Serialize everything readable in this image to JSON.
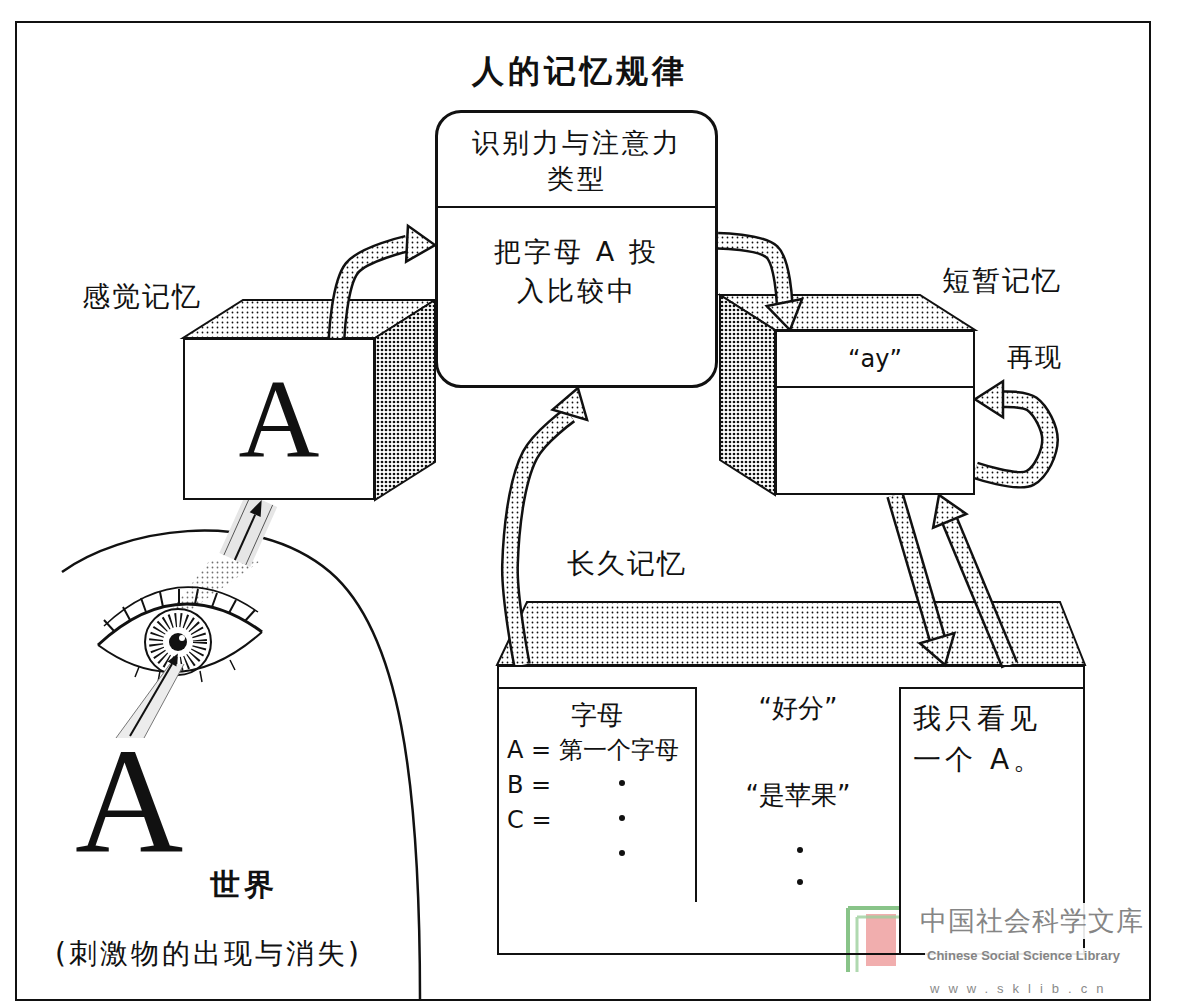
{
  "diagram": {
    "title": "人的记忆规律",
    "nodes": [
      {
        "text": [
          "感觉记忆",
          "A"
        ]
      },
      {
        "text": [
          "识别力与注意力 类型",
          "把字母 A 投 入比较中"
        ]
      },
      {
        "text": [
          "短暂记忆",
          "“ay”"
        ]
      },
      {
        "text": [
          "长久记忆"
        ]
      },
      {
        "text": [
          "字母",
          "A = 第一个字母",
          "B =",
          "C ="
        ],
        "in": 3
      },
      {
        "text": [
          "“好分”",
          "“是苹果”"
        ],
        "in": 3
      },
      {
        "text": [
          "我只看见 一个 A。"
        ],
        "in": 3
      },
      {
        "text": [
          "A",
          "世界",
          "(刺激物的出现与消失)"
        ]
      }
    ],
    "edges": [
      {
        "from": 7,
        "to": 0,
        "arrow": "to"
      },
      {
        "from": 0,
        "to": 1,
        "arrow": "to"
      },
      {
        "from": 1,
        "to": 2,
        "arrow": "to"
      },
      {
        "from": 3,
        "to": 1,
        "arrow": "to"
      },
      {
        "from": 2,
        "to": 3,
        "arrow": "to"
      },
      {
        "from": 3,
        "to": 2,
        "arrow": "to"
      },
      {
        "from": 2,
        "to": 2,
        "label": "再现",
        "arrow": "to"
      }
    ],
    "labels": [
      "中国社会科学文库",
      "Chinese Social Science Library",
      "www.sklib.cn"
    ]
  }
}
